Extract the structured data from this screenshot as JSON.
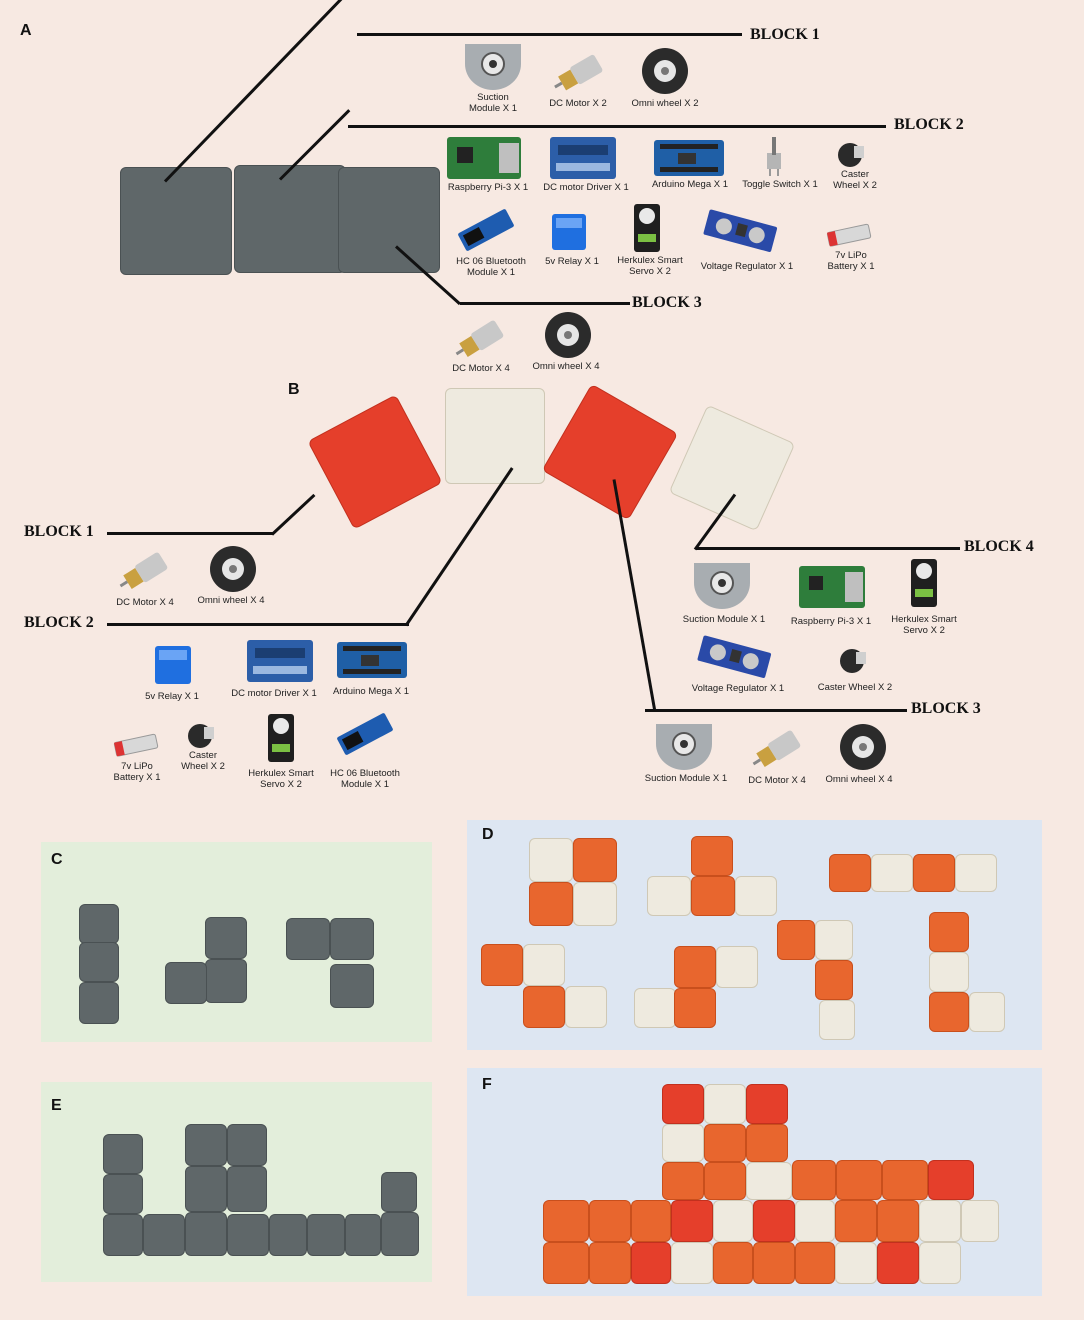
{
  "panels": {
    "a": "A",
    "b": "B",
    "c": "C",
    "d": "D",
    "e": "E",
    "f": "F"
  },
  "panel_a": {
    "block1": {
      "label": "BLOCK 1",
      "items": [
        "Suction\nModule X 1",
        "DC Motor X 2",
        "Omni wheel X 2"
      ]
    },
    "block2": {
      "label": "BLOCK 2",
      "items": [
        "Raspberry Pi-3 X 1",
        "DC motor Driver X 1",
        "Arduino Mega X 1",
        "Toggle Switch X 1",
        "Caster\nWheel X 2",
        "HC 06 Bluetooth\nModule X 1",
        "5v Relay X 1",
        "Herkulex Smart\nServo X 2",
        "Voltage Regulator X 1",
        "7v LiPo\nBattery X 1"
      ]
    },
    "block3": {
      "label": "BLOCK 3",
      "items": [
        "DC Motor X 4",
        "Omni wheel X 4"
      ]
    }
  },
  "panel_b": {
    "block1": {
      "label": "BLOCK 1",
      "items": [
        "DC Motor X 4",
        "Omni wheel X 4"
      ]
    },
    "block2": {
      "label": "BLOCK 2",
      "items": [
        "5v Relay X 1",
        "DC motor Driver X 1",
        "Arduino Mega X 1",
        "7v LiPo\nBattery X 1",
        "Caster\nWheel X 2",
        "Herkulex Smart\nServo X 2",
        "HC 06 Bluetooth\nModule X 1"
      ]
    },
    "block4": {
      "label": "BLOCK 4",
      "items": [
        "Suction Module X 1",
        "Raspberry Pi-3 X 1",
        "Herkulex Smart\nServo X 2",
        "Voltage Regulator X 1",
        "Caster Wheel X 2"
      ]
    },
    "block3": {
      "label": "BLOCK 3",
      "items": [
        "Suction Module X 1",
        "DC Motor X 4",
        "Omni wheel X 4"
      ]
    }
  },
  "colors": {
    "gray_module": "#5f6769",
    "orange_module": "#e8662e",
    "red_module": "#e53f2b",
    "white_module": "#eeeadf",
    "panel_c_bg": "#e3eedb",
    "panel_d_bg": "#dde6f2"
  }
}
